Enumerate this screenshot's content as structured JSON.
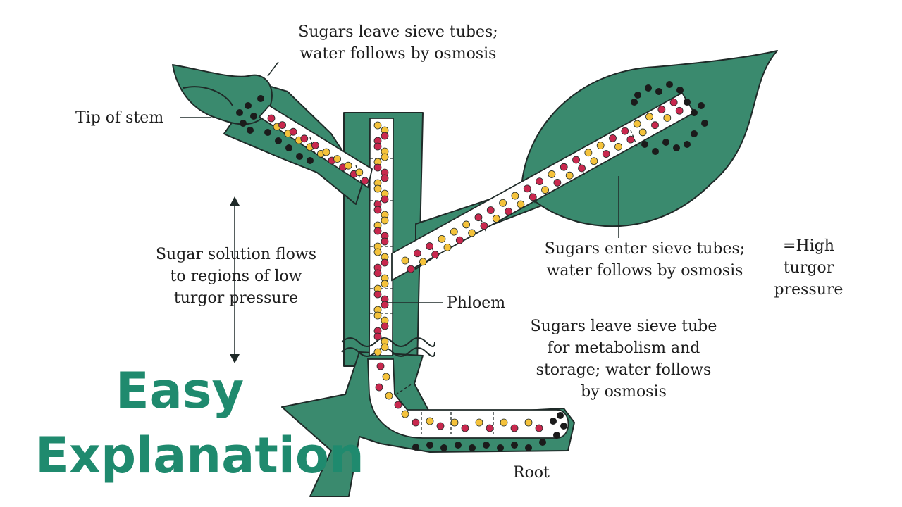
{
  "colors": {
    "plant": "#3a8a6e",
    "outline": "#1f2a28",
    "tube": "#ffffff",
    "sugar": "#c8284e",
    "water_yellow": "#f4c23b",
    "water_dark": "#1b1b1b",
    "ribbon_text": "#1f8a6e"
  },
  "labels": {
    "top_leave": [
      "Sugars leave sieve tubes;",
      "water follows by osmosis"
    ],
    "tip_of_stem": "Tip of stem",
    "flow": [
      "Sugar solution flows",
      "to regions of low",
      "turgor pressure"
    ],
    "enter": [
      "Sugars enter sieve tubes;",
      "water follows by osmosis"
    ],
    "high_turgor": [
      "=High",
      "turgor",
      "pressure"
    ],
    "phloem": "Phloem",
    "root_leave": [
      "Sugars leave sieve tube",
      "for metabolism and",
      "storage; water follows",
      "by osmosis"
    ],
    "root": "Root"
  },
  "ribbon": {
    "line1": "Easy",
    "line2": "Explanation"
  }
}
